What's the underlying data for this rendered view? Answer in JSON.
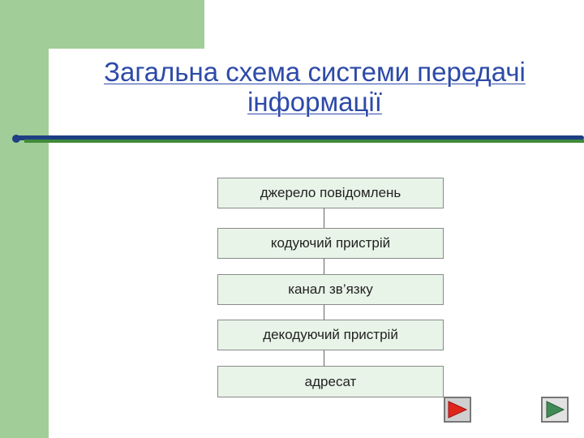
{
  "slide": {
    "title_line1": "Загальна схема системи передачі",
    "title_line2": "інформації"
  },
  "diagram": {
    "boxes": [
      "джерело повідомлень",
      "кодуючий пристрій",
      "канал зв’язку",
      "декодуючий пристрій",
      "адресат"
    ]
  },
  "navigation": {
    "prev_icon": "red-triangle-icon",
    "next_icon": "play-icon"
  },
  "colors": {
    "accent_green": "#a1cd98",
    "title_blue": "#2d4aa8",
    "box_fill": "#e8f4e8",
    "nav_prev_red": "#e0251b",
    "nav_next_green": "#3f8a55"
  }
}
